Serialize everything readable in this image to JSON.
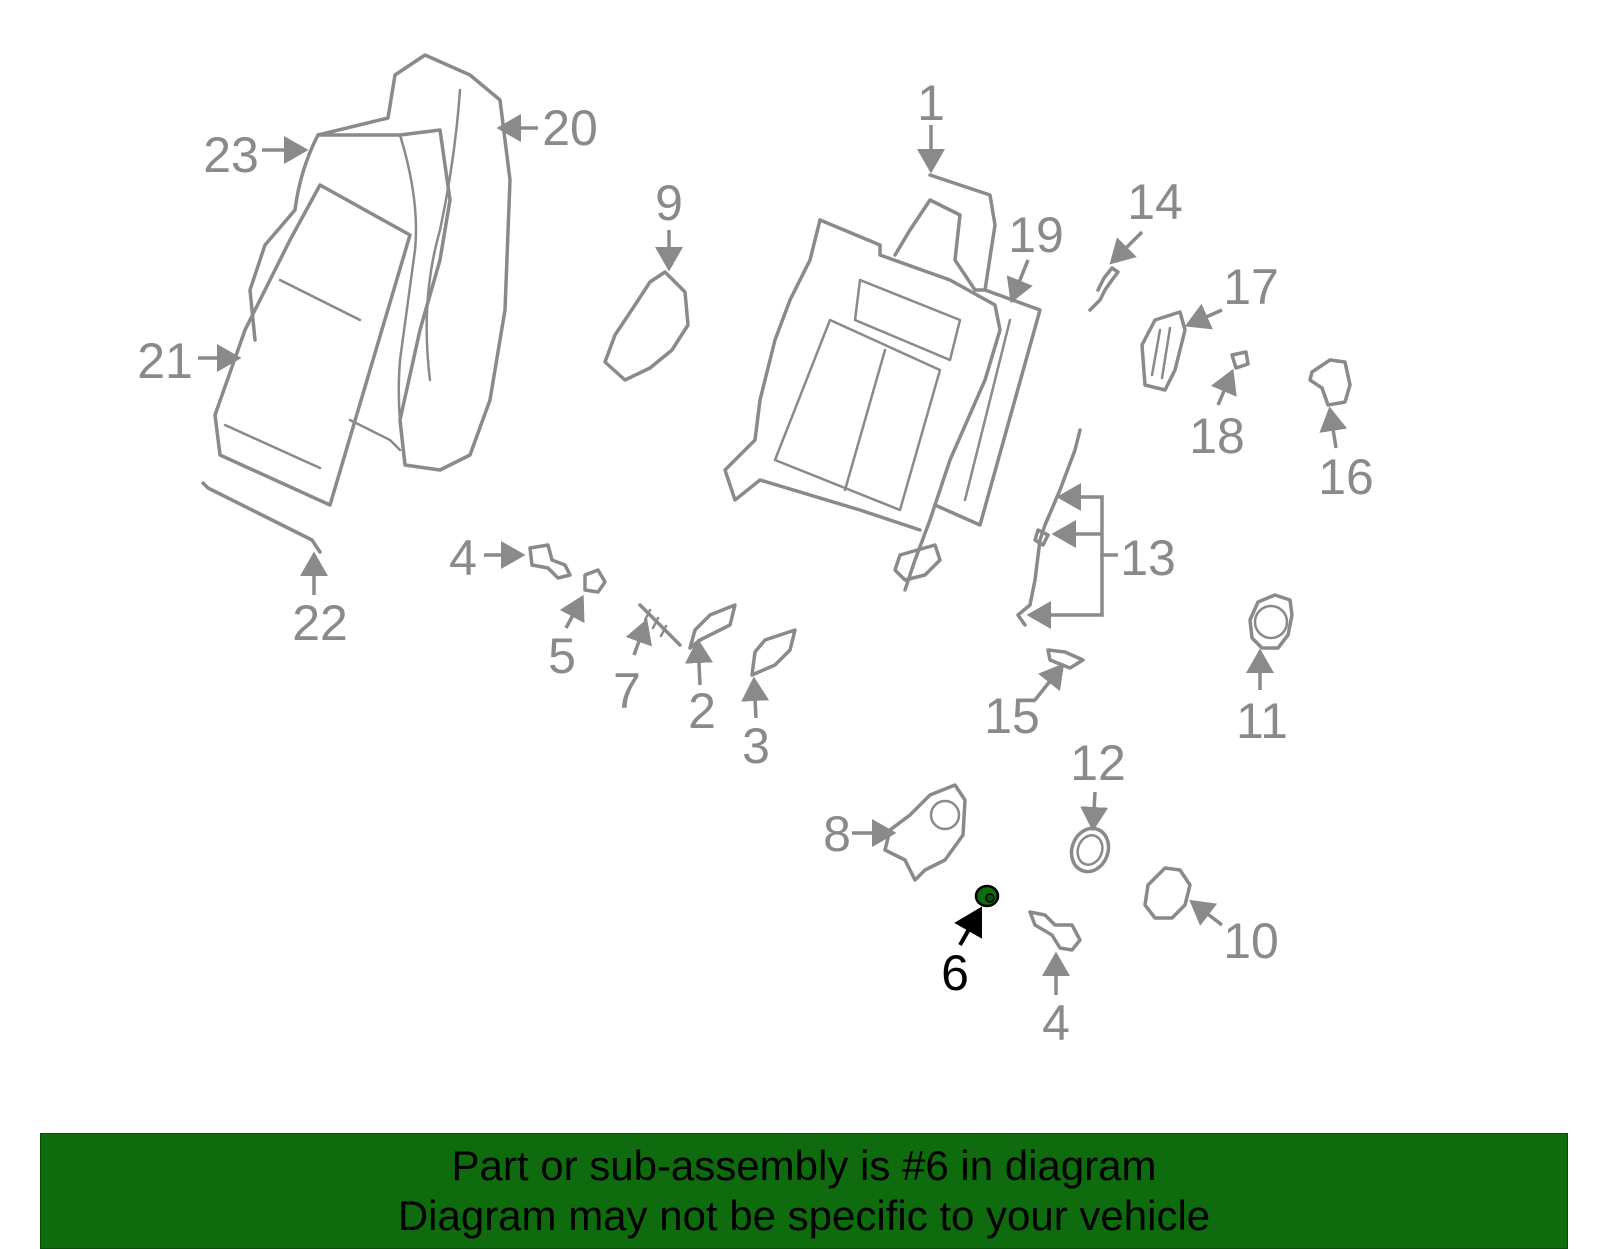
{
  "diagram": {
    "callouts": [
      "1",
      "2",
      "3",
      "4",
      "5",
      "6",
      "7",
      "8",
      "9",
      "10",
      "11",
      "12",
      "13",
      "14",
      "15",
      "16",
      "17",
      "18",
      "19",
      "20",
      "21",
      "22",
      "23",
      "4"
    ],
    "highlighted_part": "6",
    "highlight_color": "#0e6b0e",
    "part_color": "#8a8a8a"
  },
  "banner": {
    "line1": "Part or sub-assembly is #6 in diagram",
    "line2": "Diagram may not be specific to your vehicle",
    "background": "#0e6b0e"
  }
}
